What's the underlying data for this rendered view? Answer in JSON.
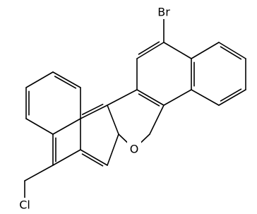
{
  "molecule": {
    "atom_labels": {
      "bromine": "Br",
      "oxygen": "O",
      "chlorine": "Cl"
    }
  }
}
